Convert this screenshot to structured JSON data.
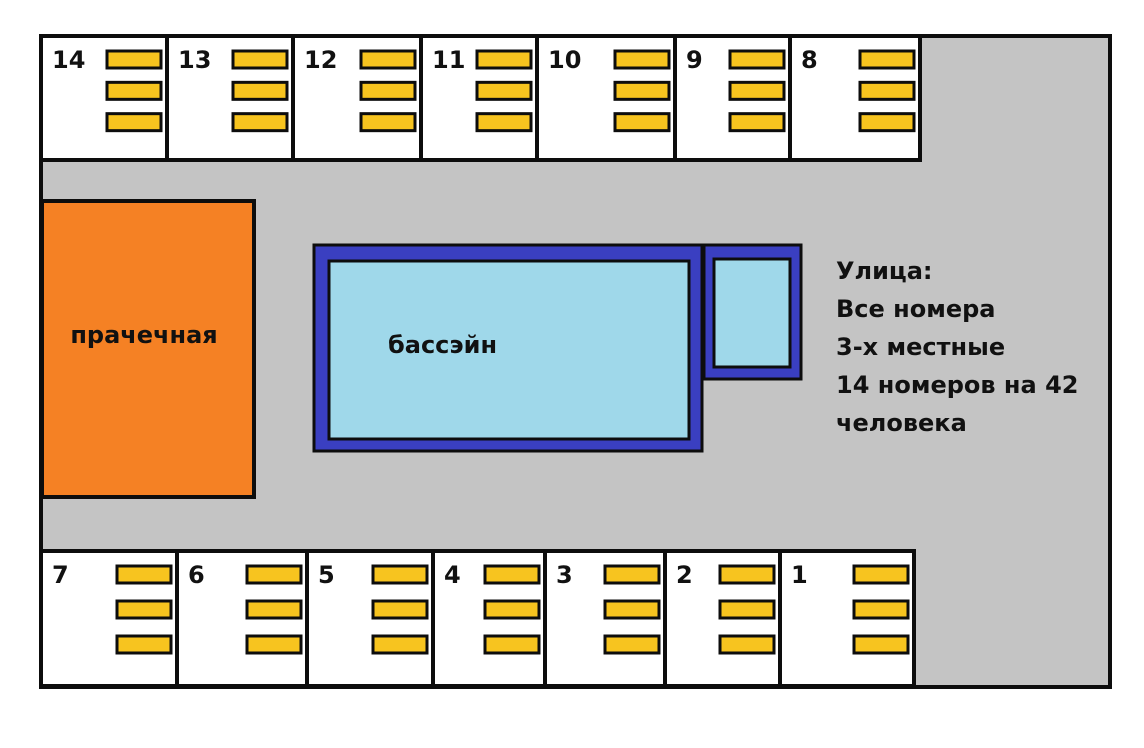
{
  "colors": {
    "yard": "#c4c4c4",
    "room": "#ffffff",
    "outline": "#0d0d0d",
    "bed": "#f7c41f",
    "laundry": "#f58124",
    "pool_frame": "#3a3fc1",
    "pool_water": "#9fd8ea"
  },
  "beds_per_room": 3,
  "laundry": {
    "label": "прачечная"
  },
  "pool": {
    "label": "бассэйн"
  },
  "legend": {
    "lines": [
      "Улица:",
      "Все номера",
      "3-х местные",
      "14 номеров на 42",
      "человека"
    ]
  },
  "rooms_top": [
    {
      "number": "14"
    },
    {
      "number": "13"
    },
    {
      "number": "12"
    },
    {
      "number": "11"
    },
    {
      "number": "10"
    },
    {
      "number": "9"
    },
    {
      "number": "8"
    }
  ],
  "rooms_bottom": [
    {
      "number": "7"
    },
    {
      "number": "6"
    },
    {
      "number": "5"
    },
    {
      "number": "4"
    },
    {
      "number": "3"
    },
    {
      "number": "2"
    },
    {
      "number": "1"
    }
  ]
}
